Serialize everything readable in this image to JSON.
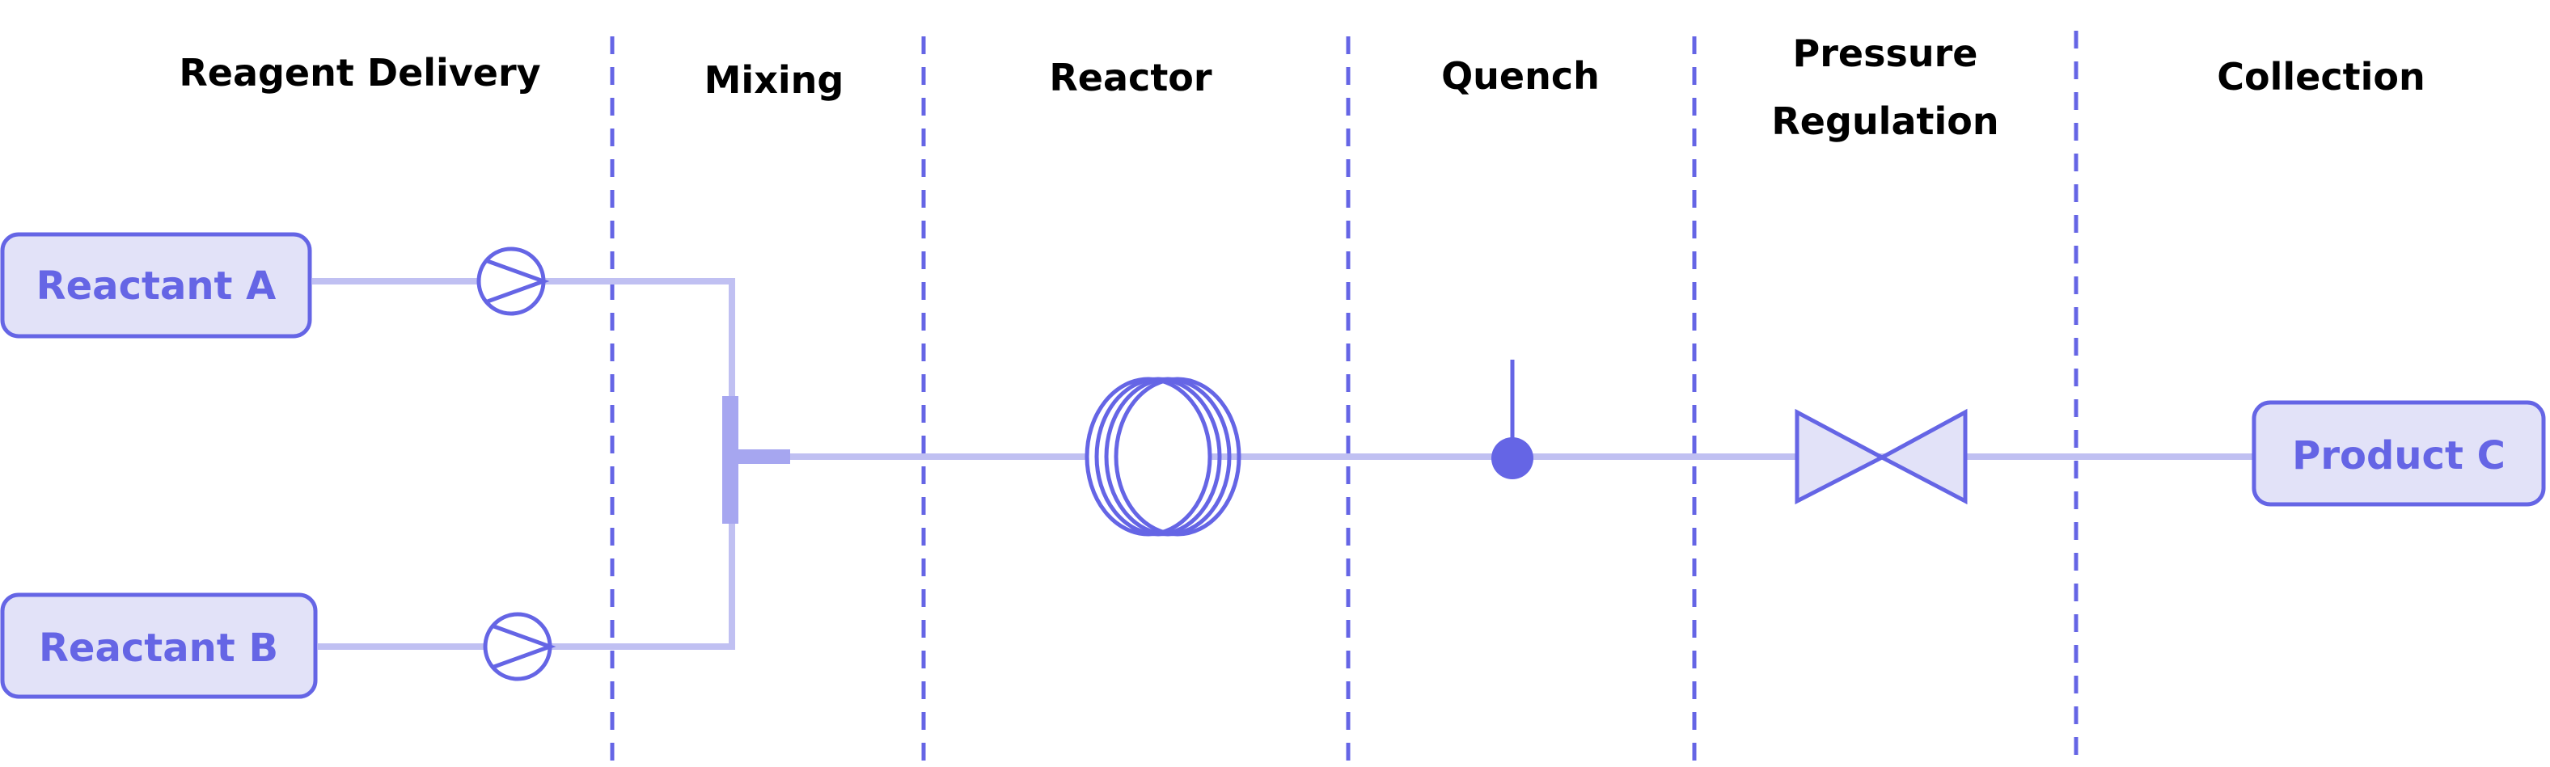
{
  "colors": {
    "accent": "#6565e5",
    "pipe": "#c0c0f2",
    "mixer": "#a6a6f0",
    "box_fill": "#e2e2f8",
    "valve_fill": "#e2e2f8",
    "text": "#000000"
  },
  "stages": {
    "reagent_delivery": "Reagent Delivery",
    "mixing": "Mixing",
    "reactor": "Reactor",
    "quench": "Quench",
    "pressure_regulation_1": "Pressure",
    "pressure_regulation_2": "Regulation",
    "collection": "Collection"
  },
  "nodes": {
    "reactant_a": "Reactant A",
    "reactant_b": "Reactant B",
    "product_c": "Product C"
  },
  "icons": {
    "pump_a": "pump-icon",
    "pump_b": "pump-icon",
    "mixer": "tee-mixer-icon",
    "reactor": "coil-reactor-icon",
    "quench": "quench-injection-icon",
    "valve": "back-pressure-valve-icon"
  }
}
